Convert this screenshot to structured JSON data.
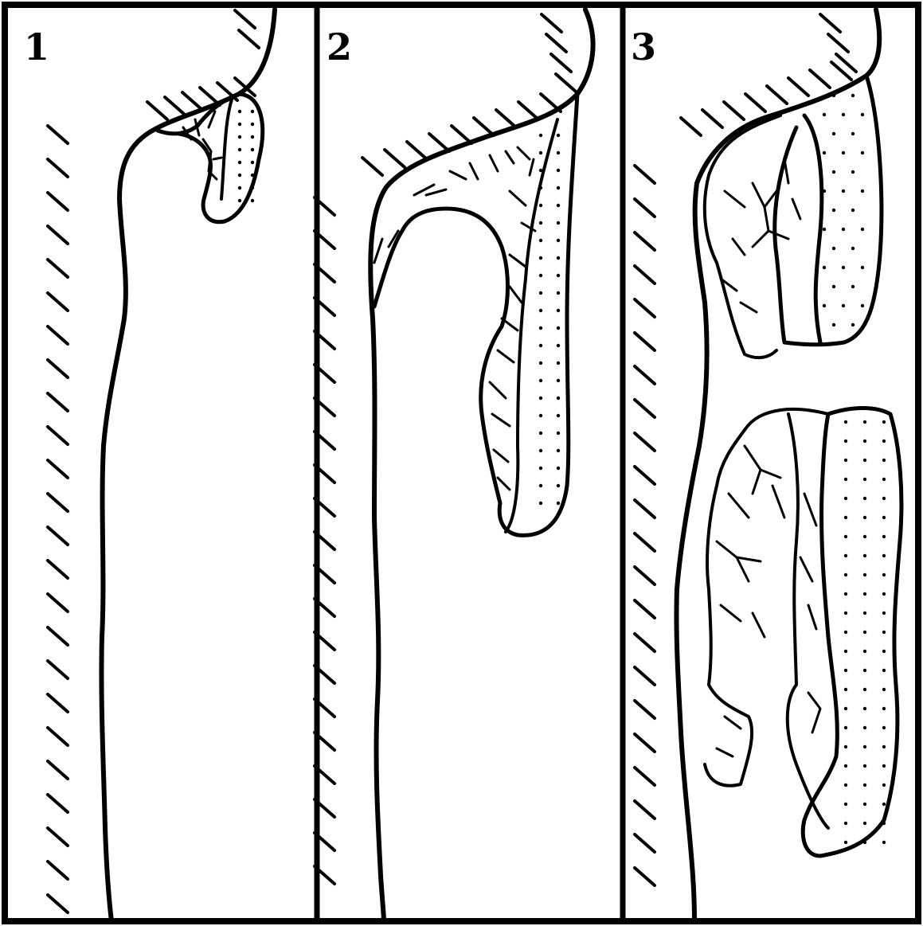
{
  "figure": {
    "panels": [
      {
        "number": "1"
      },
      {
        "number": "2"
      },
      {
        "number": "3"
      }
    ],
    "colors": {
      "ink": "#000000",
      "paper": "#ffffff"
    }
  }
}
